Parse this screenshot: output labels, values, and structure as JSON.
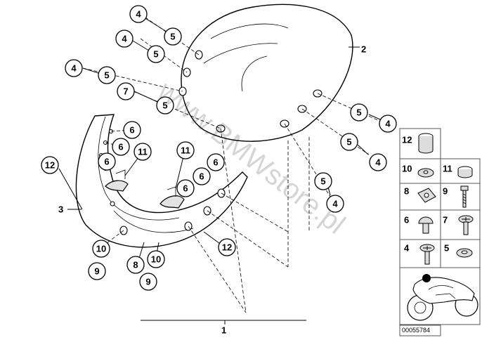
{
  "watermark": "www.BMWstore.pl",
  "document_number": "00055784",
  "assembly_labels": {
    "windscreen": "2",
    "trim_panel": "3",
    "kit": "1"
  },
  "callouts": [
    {
      "id": "c1",
      "label": "4"
    },
    {
      "id": "c2",
      "label": "5"
    },
    {
      "id": "c3",
      "label": "4"
    },
    {
      "id": "c4",
      "label": "5"
    },
    {
      "id": "c5",
      "label": "4"
    },
    {
      "id": "c6",
      "label": "5"
    },
    {
      "id": "c7",
      "label": "7"
    },
    {
      "id": "c8",
      "label": "5"
    },
    {
      "id": "c9",
      "label": "5"
    },
    {
      "id": "c10",
      "label": "4"
    },
    {
      "id": "c11",
      "label": "5"
    },
    {
      "id": "c12",
      "label": "4"
    },
    {
      "id": "c13",
      "label": "5"
    },
    {
      "id": "c14",
      "label": "4"
    },
    {
      "id": "c15",
      "label": "6"
    },
    {
      "id": "c16",
      "label": "6"
    },
    {
      "id": "c17",
      "label": "6"
    },
    {
      "id": "c18",
      "label": "11"
    },
    {
      "id": "c19",
      "label": "12"
    },
    {
      "id": "c20",
      "label": "11"
    },
    {
      "id": "c21",
      "label": "6"
    },
    {
      "id": "c22",
      "label": "6"
    },
    {
      "id": "c23",
      "label": "6"
    },
    {
      "id": "c24",
      "label": "12"
    },
    {
      "id": "c25",
      "label": "10"
    },
    {
      "id": "c26",
      "label": "9"
    },
    {
      "id": "c27",
      "label": "8"
    },
    {
      "id": "c28",
      "label": "10"
    },
    {
      "id": "c29",
      "label": "9"
    }
  ],
  "parts_panel": [
    {
      "label": "12",
      "icon": "spacer-sleeve-icon"
    },
    {
      "label": "10",
      "icon": "washer-icon"
    },
    {
      "label": "11",
      "icon": "rubber-grommet-icon"
    },
    {
      "label": "8",
      "icon": "square-nut-icon"
    },
    {
      "label": "9",
      "icon": "screw-icon"
    },
    {
      "label": "6",
      "icon": "expanding-rivet-icon"
    },
    {
      "label": "7",
      "icon": "phillips-screw-icon"
    },
    {
      "label": "4",
      "icon": "phillips-screw-icon"
    },
    {
      "label": "5",
      "icon": "washer-icon"
    }
  ],
  "motorcycle_thumbnail": {
    "icon": "motorcycle-icon"
  }
}
